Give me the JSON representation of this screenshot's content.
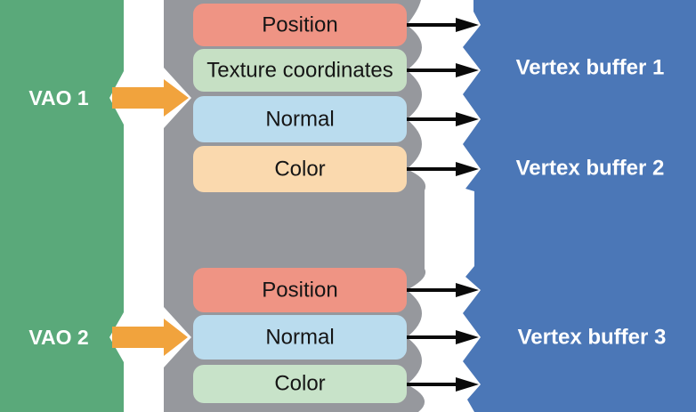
{
  "colors": {
    "background": "#FFFFFF",
    "vao_panel": "#5AA97A",
    "attribute_panel": "#96989D",
    "buffer_panel": "#4B77B7",
    "vao_arrow": "#F1A33D",
    "link_arrow": "#0A0A0A",
    "box_text": "#151515",
    "panel_text": "#FFFFFF"
  },
  "vaos": [
    {
      "label": "VAO 1"
    },
    {
      "label": "VAO 2"
    }
  ],
  "attribute_boxes": [
    {
      "label": "Position",
      "color": "#EF9484",
      "vao": "VAO 1"
    },
    {
      "label": "Texture coordinates",
      "color": "#C6E0C4",
      "vao": "VAO 1"
    },
    {
      "label": "Normal",
      "color": "#BADCEE",
      "vao": "VAO 1"
    },
    {
      "label": "Color",
      "color": "#FAD9AE",
      "vao": "VAO 1"
    },
    {
      "label": "Position",
      "color": "#EF9484",
      "vao": "VAO 2"
    },
    {
      "label": "Normal",
      "color": "#BADCEE",
      "vao": "VAO 2"
    },
    {
      "label": "Color",
      "color": "#C8E3C9",
      "vao": "VAO 2"
    }
  ],
  "buffers": [
    {
      "label": "Vertex buffer 1"
    },
    {
      "label": "Vertex buffer 2"
    },
    {
      "label": "Vertex buffer 3"
    }
  ]
}
